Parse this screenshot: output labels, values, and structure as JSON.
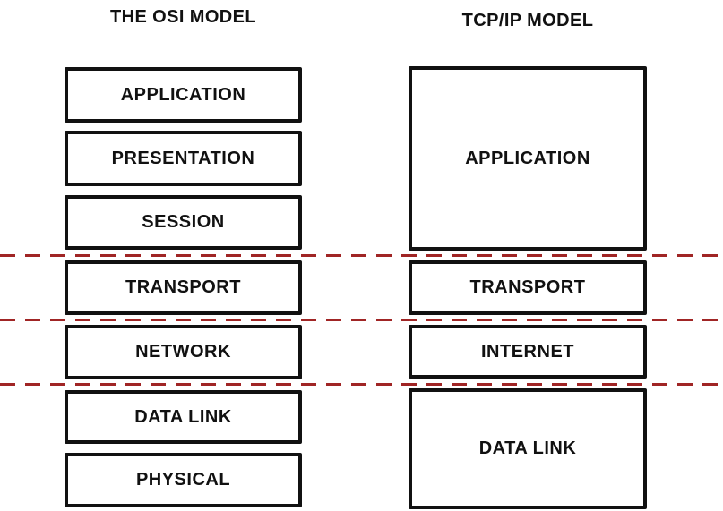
{
  "diagram": {
    "background_color": "#ffffff",
    "divider_color": "#a02525",
    "box_border_color": "#111111",
    "text_color": "#111111",
    "dividers": [
      {
        "name": "upper-layers-boundary"
      },
      {
        "name": "transport-boundary"
      },
      {
        "name": "network-boundary"
      }
    ],
    "osi": {
      "title": "THE OSI MODEL",
      "layers": [
        "APPLICATION",
        "PRESENTATION",
        "SESSION",
        "TRANSPORT",
        "NETWORK",
        "DATA LINK",
        "PHYSICAL"
      ]
    },
    "tcpip": {
      "title": "TCP/IP MODEL",
      "layers": [
        "APPLICATION",
        "TRANSPORT",
        "INTERNET",
        "DATA LINK"
      ]
    }
  }
}
